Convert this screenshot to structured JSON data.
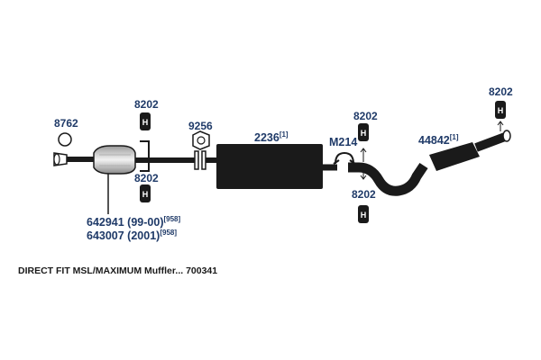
{
  "parts": {
    "gasket_ring": "8762",
    "hanger_top_left": "8202",
    "hanger_bottom_left": "8202",
    "flange_gasket": "9256",
    "muffler_main": "2236",
    "muffler_main_note": "[1]",
    "clamp": "M214",
    "hanger_mid_top": "8202",
    "hanger_mid_bottom": "8202",
    "tailpipe": "44842",
    "tailpipe_note": "[1]",
    "hanger_right": "8202",
    "converter_a": "642941 (99-00)",
    "converter_a_note": "[958]",
    "converter_b": "643007 (2001)",
    "converter_b_note": "[958]",
    "hanger_letter": "H"
  },
  "caption": "DIRECT FIT MSL/MAXIMUM Muffler... 700341",
  "colors": {
    "pipe": "#1a1a1a",
    "label": "#1f3a68",
    "background": "#ffffff"
  }
}
